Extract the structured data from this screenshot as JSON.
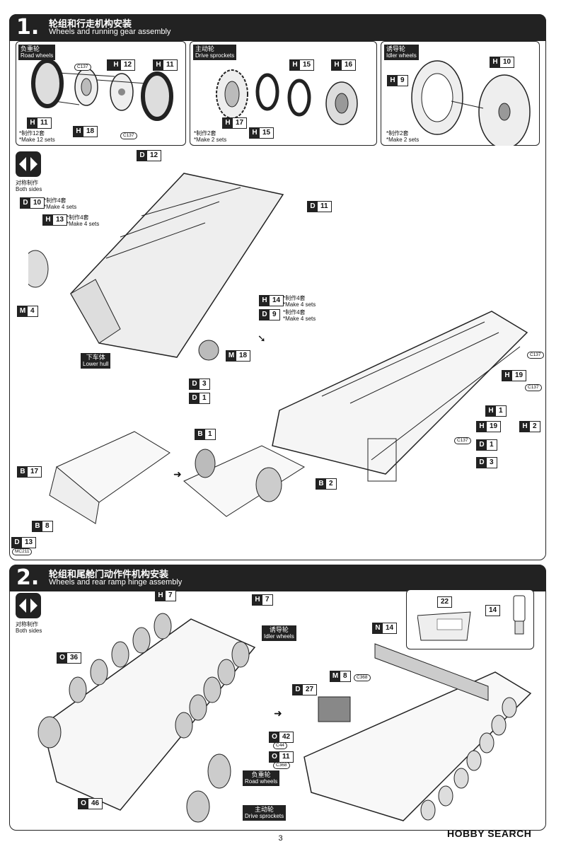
{
  "steps": [
    {
      "number": "1.",
      "title_cn": "轮组和行走机构安装",
      "title_en": "Wheels and running gear assembly"
    },
    {
      "number": "2.",
      "title_cn": "轮组和尾舱门动作件机构安装",
      "title_en": "Wheels and rear ramp hinge assembly"
    }
  ],
  "step1": {
    "road_wheels": {
      "cn": "负重轮",
      "en": "Road wheels",
      "make_cn": "*制作12套",
      "make_en": "*Make 12 sets",
      "parts": [
        "H",
        "11",
        "H",
        "12",
        "H",
        "11",
        "H",
        "18"
      ],
      "cement": "C137",
      "cement2": "C137"
    },
    "drive_sprockets": {
      "cn": "主动轮",
      "en": "Drive sprockets",
      "make_cn": "*制作2套",
      "make_en": "*Make 2 sets",
      "parts": [
        "H",
        "15",
        "H",
        "16",
        "H",
        "17",
        "H",
        "15"
      ]
    },
    "idler_wheels": {
      "cn": "诱导轮",
      "en": "Idler wheels",
      "make_cn": "*制作2套",
      "make_en": "*Make 2 sets",
      "parts": [
        "H",
        "10",
        "H",
        "9"
      ]
    },
    "both_sides": {
      "cn": "对称制作",
      "en": "Both sides"
    },
    "lower_hull": {
      "cn": "下车体",
      "en": "Lower hull"
    },
    "labels": [
      {
        "l": "D",
        "n": "12"
      },
      {
        "l": "D",
        "n": "10"
      },
      {
        "l": "H",
        "n": "13"
      },
      {
        "l": "D",
        "n": "11"
      },
      {
        "l": "M",
        "n": "4"
      },
      {
        "l": "H",
        "n": "14"
      },
      {
        "l": "D",
        "n": "9"
      },
      {
        "l": "M",
        "n": "18"
      },
      {
        "l": "D",
        "n": "3"
      },
      {
        "l": "D",
        "n": "1"
      },
      {
        "l": "H",
        "n": "19"
      },
      {
        "l": "H",
        "n": "1"
      },
      {
        "l": "H",
        "n": "2"
      },
      {
        "l": "H",
        "n": "19"
      },
      {
        "l": "D",
        "n": "1"
      },
      {
        "l": "D",
        "n": "3"
      },
      {
        "l": "B",
        "n": "1"
      },
      {
        "l": "B",
        "n": "17"
      },
      {
        "l": "B",
        "n": "8"
      },
      {
        "l": "D",
        "n": "13"
      },
      {
        "l": "B",
        "n": "2"
      }
    ],
    "notes": {
      "d10_cn": "*制作4套",
      "d10_en": "*Make 4 sets",
      "h13_cn": "*制作4套",
      "h13_en": "*Make 4 sets",
      "h14_cn": "*制作4套",
      "h14_en": "*Make 4 sets",
      "d9_cn": "*制作4套",
      "d9_en": "*Make 4 sets"
    },
    "cements": [
      "C137",
      "C137",
      "C137",
      "MC211"
    ]
  },
  "step2": {
    "both_sides": {
      "cn": "对称制作",
      "en": "Both sides"
    },
    "idler": {
      "cn": "诱导轮",
      "en": "Idler wheels"
    },
    "road": {
      "cn": "负重轮",
      "en": "Road wheels"
    },
    "drive": {
      "cn": "主动轮",
      "en": "Drive sprockets"
    },
    "labels": [
      {
        "l": "H",
        "n": "7"
      },
      {
        "l": "H",
        "n": "7"
      },
      {
        "l": "O",
        "n": "36"
      },
      {
        "l": "D",
        "n": "27"
      },
      {
        "l": "M",
        "n": "8"
      },
      {
        "l": "O",
        "n": "42"
      },
      {
        "l": "O",
        "n": "11"
      },
      {
        "l": "O",
        "n": "46"
      },
      {
        "l": "N",
        "n": "14"
      }
    ],
    "decal_22": "22",
    "decal_14": "14",
    "cements": [
      "C368",
      "C44",
      "C368"
    ]
  },
  "footer": {
    "page": "3",
    "logo": "HOBBY SEARCH"
  }
}
